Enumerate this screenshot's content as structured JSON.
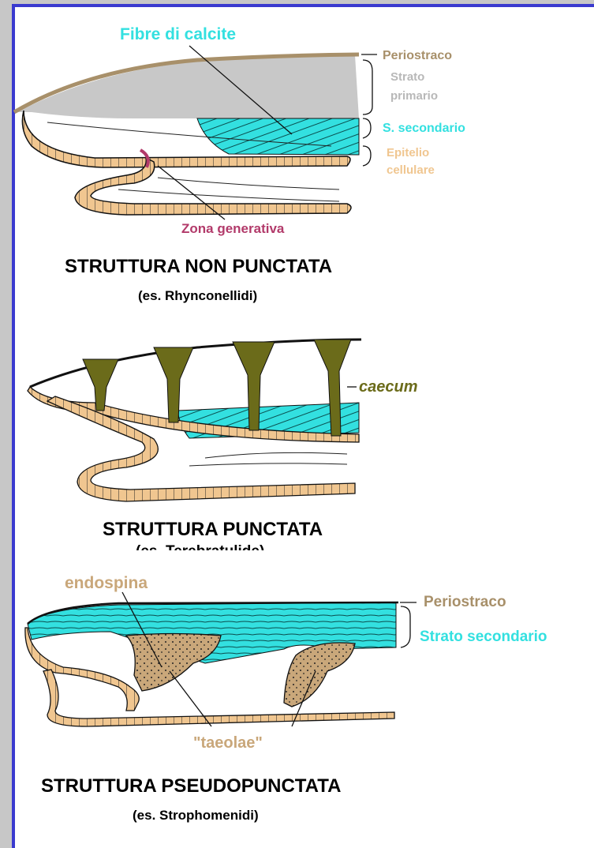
{
  "colors": {
    "periostracum": "#a8906a",
    "primary_layer": "#c8c8c8",
    "secondary_layer": "#33e0e0",
    "epithelium": "#f0c690",
    "generative_zone": "#b23a6a",
    "caecum": "#6b6b1a",
    "endospine": "#c9a77a",
    "frame_border": "#3a3acf"
  },
  "fig1": {
    "fibre_label": "Fibre di calcite",
    "periostraco_label": "Periostraco",
    "strato_primario_l1": "Strato",
    "strato_primario_l2": "primario",
    "secondario_label": "S. secondario",
    "epitelio_l1": "Epitelio",
    "epitelio_l2": "cellulare",
    "zona_label": "Zona generativa",
    "title": "STRUTTURA NON PUNCTATA",
    "subtitle": "(es. Rhynconellidi)"
  },
  "fig2": {
    "caecum_label": "caecum",
    "title": "STRUTTURA PUNCTATA",
    "subtitle": "(es. Terebratulide)"
  },
  "fig3": {
    "endospina_label": "endospina",
    "periostraco_label": "Periostraco",
    "strato_secondario_label": "Strato secondario",
    "taeolae_label": "\"taeolae\"",
    "title": "STRUTTURA PSEUDOPUNCTATA",
    "subtitle": "(es. Strophomenidi)"
  }
}
